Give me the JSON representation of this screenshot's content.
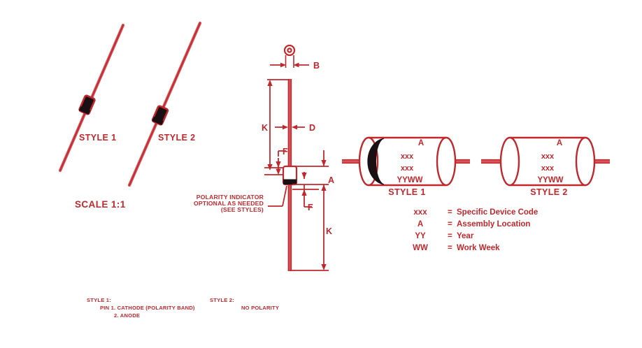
{
  "colors": {
    "red": "#C0282D",
    "red_light": "#D6545A",
    "dark": "#1a1013",
    "background": "#ffffff"
  },
  "scale_view": {
    "style1_label": "STYLE 1",
    "style2_label": "STYLE 2",
    "scale_label": "SCALE 1:1"
  },
  "dimension_view": {
    "dims": {
      "b": "B",
      "d": "D",
      "a": "A",
      "k_top": "K",
      "k_bottom": "K",
      "f_top": "F",
      "f_bottom": "F"
    },
    "callout": {
      "line1": "POLARITY INDICATOR",
      "line2": "OPTIONAL AS NEEDED",
      "line3": "(SEE STYLES)"
    }
  },
  "marking_view": {
    "style1": {
      "caption": "STYLE 1",
      "assembly": "A",
      "line1": "xxx",
      "line2": "xxx",
      "line3": "YYWW",
      "has_polarity_band": true
    },
    "style2": {
      "caption": "STYLE 2",
      "assembly": "A",
      "line1": "xxx",
      "line2": "xxx",
      "line3": "YYWW",
      "has_polarity_band": false
    },
    "legend": [
      {
        "key": "xxx",
        "eq": "=",
        "value": "Specific Device Code"
      },
      {
        "key": "A",
        "eq": "=",
        "value": "Assembly Location"
      },
      {
        "key": "YY",
        "eq": "=",
        "value": "Year"
      },
      {
        "key": "WW",
        "eq": "=",
        "value": "Work Week"
      }
    ]
  },
  "notes": {
    "style1": {
      "heading": "STYLE 1:",
      "line1": "PIN 1.  CATHODE (POLARITY BAND)",
      "line2": "2.  ANODE"
    },
    "style2": {
      "heading": "STYLE 2:",
      "line1": "NO POLARITY"
    }
  }
}
